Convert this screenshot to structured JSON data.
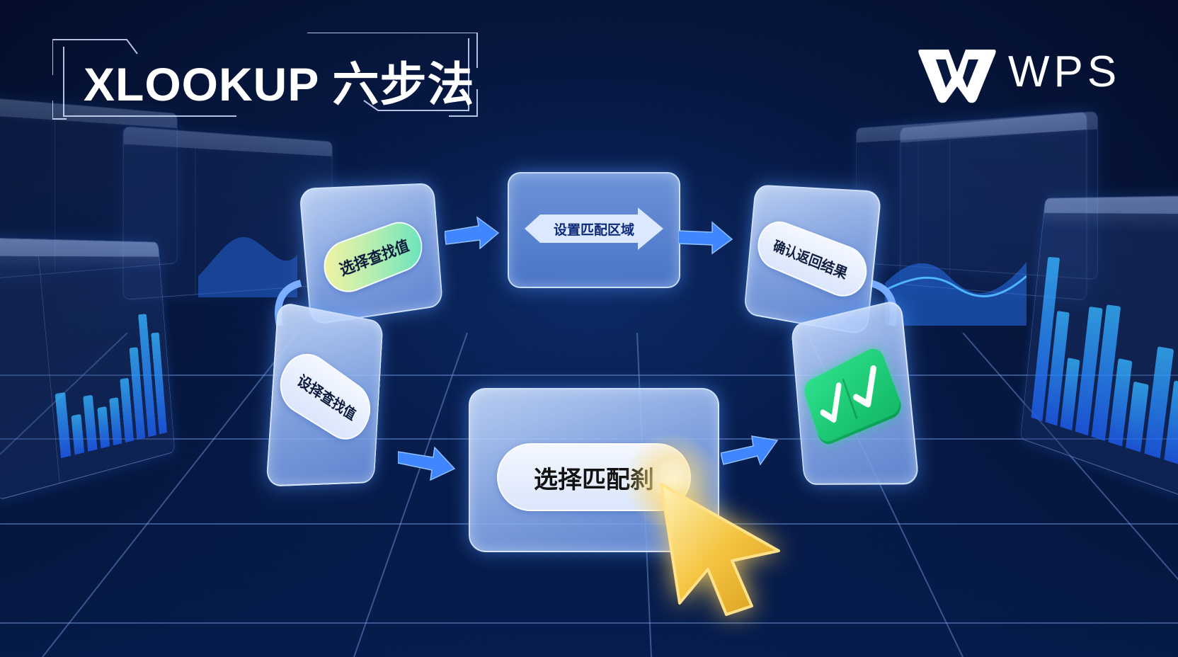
{
  "header": {
    "title": "XLOOKUP 六步法",
    "brand_name": "WPS",
    "brand_logo_icon": "wps-w-logo-icon"
  },
  "steps": [
    {
      "id": 1,
      "label": "选择查找值",
      "style": "gradient-pill",
      "position": "top-left"
    },
    {
      "id": 2,
      "label": "设置匹配区域",
      "style": "double-arrow-banner",
      "position": "top-center"
    },
    {
      "id": 3,
      "label": "确认返回结果",
      "style": "pill",
      "position": "top-right"
    },
    {
      "id": 4,
      "label": "设择查找值",
      "style": "pill",
      "position": "bottom-left"
    },
    {
      "id": 5,
      "label": "选择匹配刹",
      "style": "pill-highlighted",
      "position": "bottom-center"
    },
    {
      "id": 6,
      "label": "",
      "style": "check-badge",
      "icon": "double-checkmark-icon",
      "position": "bottom-right"
    }
  ],
  "connectors": [
    {
      "from": 1,
      "to": 2,
      "icon": "arrow-right-icon"
    },
    {
      "from": 2,
      "to": 3,
      "icon": "arrow-right-icon"
    },
    {
      "from": 4,
      "to": 5,
      "icon": "arrow-right-icon"
    },
    {
      "from": 5,
      "to": 6,
      "icon": "arrow-right-icon"
    }
  ],
  "cursor": {
    "icon": "mouse-pointer-icon",
    "color": "#f5c542"
  },
  "colors": {
    "background_dark": "#030c26",
    "background_mid": "#0d2a66",
    "card_fill": "#a9c2f2",
    "arrow_blue": "#3f86ff",
    "check_green": "#1fcf78",
    "pill_gradient_start": "#f4f3a8",
    "pill_gradient_end": "#6fe6b8",
    "cursor_gold": "#f5c542"
  }
}
